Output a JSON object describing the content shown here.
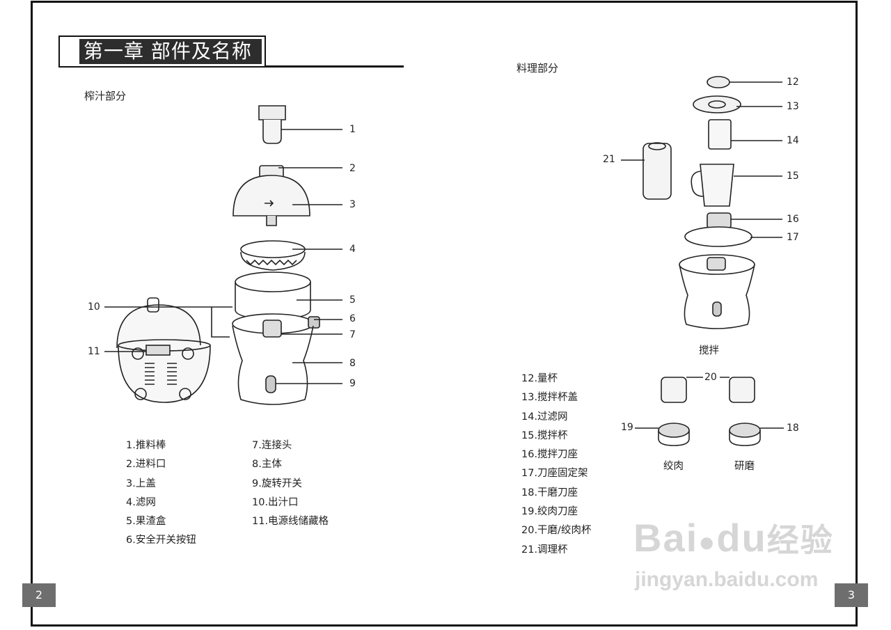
{
  "chapter_title": "第一章  部件及名称",
  "left": {
    "section_title": "榨汁部分",
    "callouts": [
      "1",
      "2",
      "3",
      "4",
      "5",
      "6",
      "7",
      "8",
      "9",
      "10",
      "11"
    ],
    "legend_col1": [
      "1.推料棒",
      "2.进料口",
      "3.上盖",
      "4.滤网",
      "5.果渣盒",
      "6.安全开关按钮"
    ],
    "legend_col2": [
      "7.连接头",
      "8.主体",
      "9.旋转开关",
      "10.出汁口",
      "11.电源线储藏格"
    ],
    "page_number": "2"
  },
  "right": {
    "section_title": "料理部分",
    "callouts": [
      "12",
      "13",
      "14",
      "15",
      "16",
      "17",
      "21",
      "20",
      "19",
      "18"
    ],
    "blender_caption": "搅拌",
    "mincer_caption": "绞肉",
    "grinder_caption": "研磨",
    "legend": [
      "12.量杯",
      "13.搅拌杯盖",
      "14.过滤网",
      "15.搅拌杯",
      "16.搅拌刀座",
      "17.刀座固定架",
      "18.干磨刀座",
      "19.绞肉刀座",
      "20.干磨/绞肉杯",
      "21.调理杯"
    ],
    "page_number": "3"
  },
  "watermark": {
    "brand": "Bai",
    "brand2": "du",
    "suffix": "经验",
    "url": "jingyan.baidu.com"
  }
}
